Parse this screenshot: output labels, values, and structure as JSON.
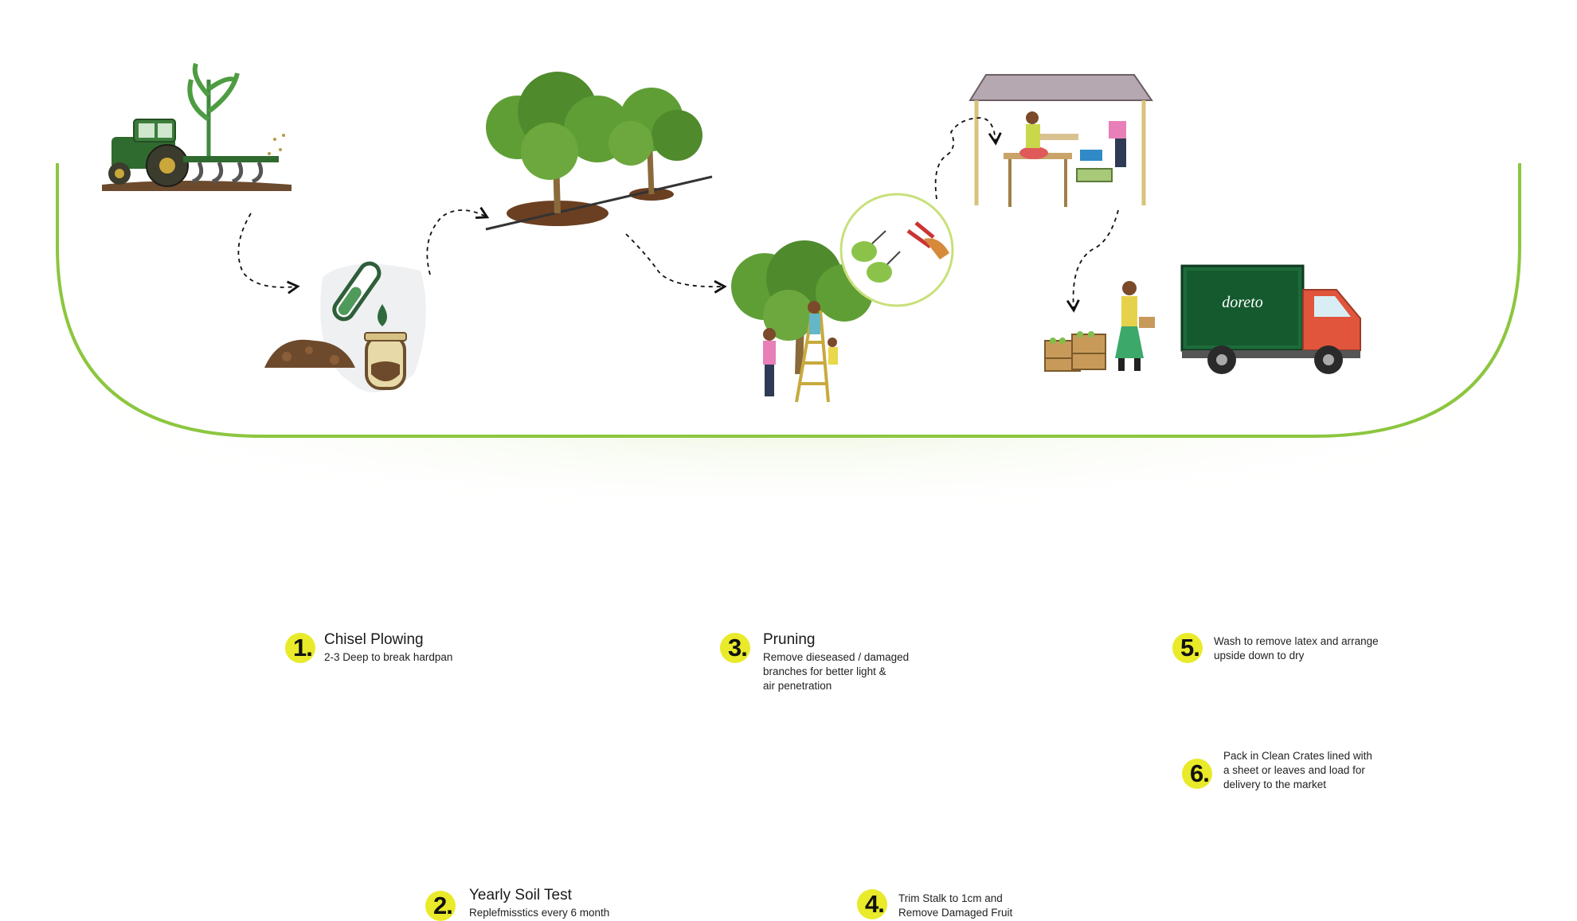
{
  "steps": [
    {
      "number": "1.",
      "title": "Chisel Plowing",
      "lines": [
        "2-3 Deep to break hardpan"
      ]
    },
    {
      "number": "2.",
      "title": "Yearly Soil Test",
      "lines": [
        "Replefmisstics every 6 month"
      ]
    },
    {
      "number": "3.",
      "title": "Pruning",
      "lines": [
        "Remove dieseased / damaged",
        "branches for better light &",
        "air penetration"
      ]
    },
    {
      "number": "4.",
      "title": "",
      "lines": [
        "Trim Stalk to 1cm and",
        "Remove Damaged Fruit"
      ]
    },
    {
      "number": "5.",
      "title": "",
      "lines": [
        "Wash to remove latex and arrange",
        "upside down to dry"
      ]
    },
    {
      "number": "6.",
      "title": "",
      "lines": [
        "Pack in Clean Crates lined with",
        "a sheet or leaves and load for",
        "delivery to the market"
      ]
    }
  ],
  "truck": {
    "brand": "doreto"
  },
  "colors": {
    "badge": "#e8ea2a",
    "panel_border": "#8cc63f",
    "tree": "#5f9e35",
    "truck_cab": "#e0553c",
    "truck_box": "#1e6b3a"
  }
}
